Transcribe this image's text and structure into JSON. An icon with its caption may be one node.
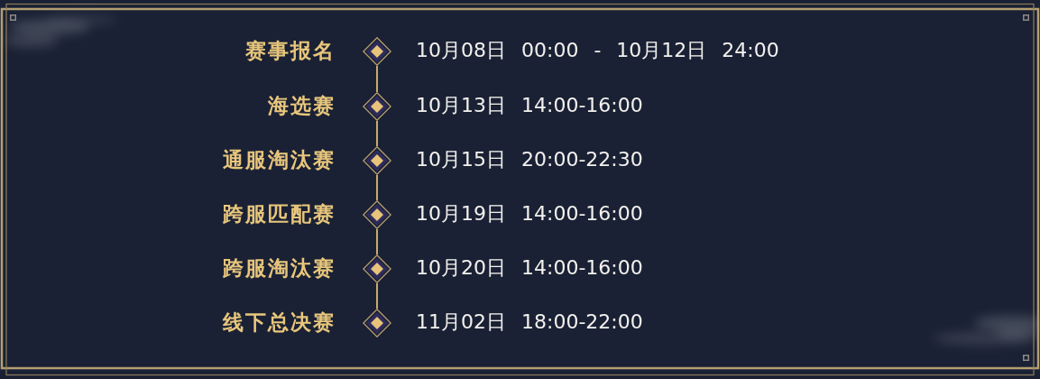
{
  "diagram": {
    "nodes": [
      {
        "text": [],
        "shape": "diamond",
        "beside": [
          "赛事报名",
          "10月08日 00:00 - 10月12日 24:00"
        ]
      },
      {
        "text": [],
        "shape": "diamond",
        "beside": [
          "海选赛",
          "10月13日 14:00-16:00"
        ]
      },
      {
        "text": [],
        "shape": "diamond",
        "beside": [
          "通服淘汰赛",
          "10月15日 20:00-22:30"
        ]
      },
      {
        "text": [],
        "shape": "diamond",
        "beside": [
          "跨服匹配赛",
          "10月19日 14:00-16:00"
        ]
      },
      {
        "text": [],
        "shape": "diamond",
        "beside": [
          "跨服淘汰赛",
          "10月20日 14:00-16:00"
        ]
      },
      {
        "text": [],
        "shape": "diamond",
        "beside": [
          "线下总决赛",
          "11月02日 18:00-22:00"
        ]
      }
    ],
    "edges": [
      {
        "from": 0,
        "to": 1,
        "arrow": "none"
      },
      {
        "from": 1,
        "to": 2,
        "arrow": "none"
      },
      {
        "from": 2,
        "to": 3,
        "arrow": "none"
      },
      {
        "from": 3,
        "to": 4,
        "arrow": "none"
      },
      {
        "from": 4,
        "to": 5,
        "arrow": "none"
      }
    ]
  }
}
